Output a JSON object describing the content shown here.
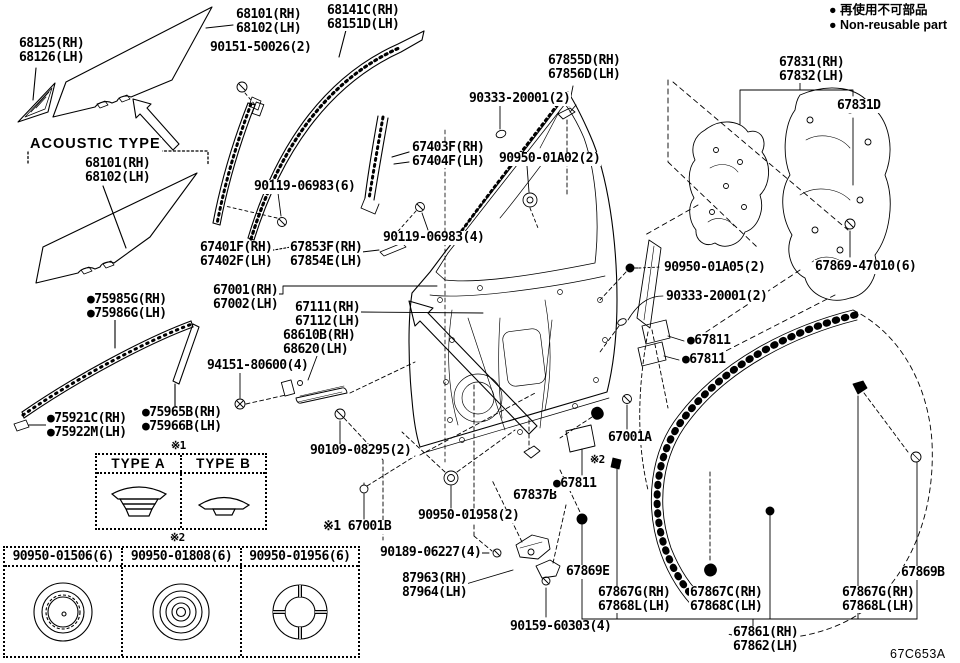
{
  "legend": {
    "jp": "● 再使用不可部品",
    "en": "● Non-reusable part"
  },
  "figure_code": "67C653A",
  "section": {
    "acoustic_title": "ACOUSTIC TYPE"
  },
  "notes": {
    "star1": "※1",
    "star2": "※2"
  },
  "labels": {
    "p68125": "68125(RH)\n68126(LH)",
    "p68101_top": "68101(RH)\n68102(LH)",
    "p90151": "90151-50026(2)",
    "p68141C": "68141C(RH)\n68151D(LH)",
    "p67855D": "67855D(RH)\n67856D(LH)",
    "p90333_a": "90333-20001(2)",
    "p67831": "67831(RH)\n67832(LH)",
    "p67831D": "67831D",
    "p68101_ac": "68101(RH)\n68102(LH)",
    "p67403F": "67403F(RH)\n67404F(LH)",
    "p90950_01A02": "90950-01A02(2)",
    "p90119_6": "90119-06983(6)",
    "p67401F": "67401F(RH)\n67402F(LH)",
    "p67853F": "67853F(RH)\n67854E(LH)",
    "p90119_4": "90119-06983(4)",
    "p67001": "67001(RH)\n67002(LH)",
    "p67111": "67111(RH)\n67112(LH)",
    "p68610B": "68610B(RH)\n68620(LH)",
    "p94151": "94151-80600(4)",
    "p75985G": "●75985G(RH)\n●75986G(LH)",
    "p75921C": "●75921C(RH)\n●75922M(LH)",
    "p75965B": "●75965B(RH)\n●75966B(LH)",
    "p90950_01A05": "90950-01A05(2)",
    "p90333_b": "90333-20001(2)",
    "p67869_47010": "67869-47010(6)",
    "p67811_r1": "●67811",
    "p67811_r2": "●67811",
    "p90109": "90109-08295(2)",
    "p67001B": "※1 67001B",
    "p90950_01958": "90950-01958(2)",
    "p67837B": "67837B",
    "p67811_b": "●67811",
    "p67001A": "67001A",
    "p90189": "90189-06227(4)",
    "p87963": "87963(RH)\n87964(LH)",
    "p90159": "90159-60303(4)",
    "p67869E": "67869E",
    "p67867G_l": "67867G(RH)\n67868L(LH)",
    "p67867C": "67867C(RH)\n67868C(LH)",
    "p67867G_r": "67867G(RH)\n67868L(LH)",
    "p67869B": "67869B",
    "p67861": "67861(RH)\n67862(LH)"
  },
  "type_table": {
    "headers": [
      "TYPE A",
      "TYPE B"
    ]
  },
  "grommet_table": {
    "headers": [
      "90950-01506(6)",
      "90950-01808(6)",
      "90950-01956(6)"
    ]
  }
}
